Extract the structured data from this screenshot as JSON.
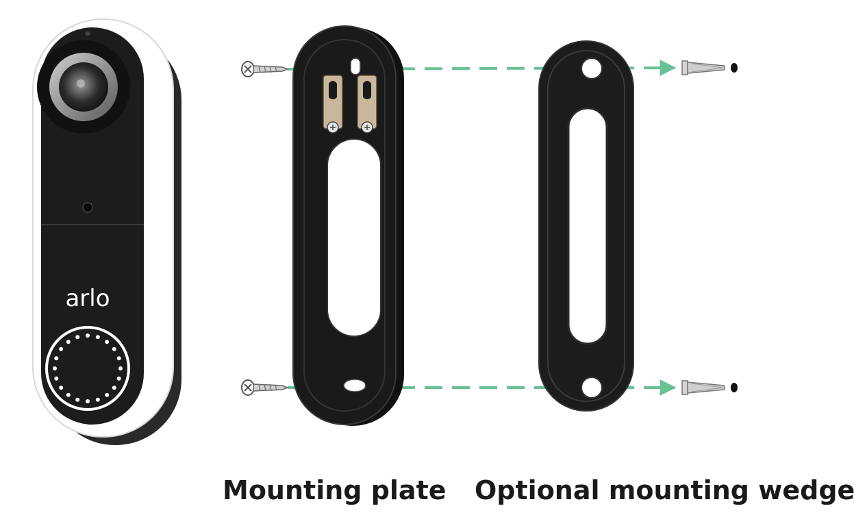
{
  "labels": {
    "mounting_plate": "Mounting plate",
    "mounting_wedge": "Optional mounting wedge",
    "brand": "arlo"
  },
  "colors": {
    "device_body": "#1c1c1c",
    "device_shell": "#ffffff",
    "arrow": "#6cc095",
    "screw": "#c4c4c4",
    "bracket": "#c9b79c"
  },
  "icons": {
    "doorbell": "doorbell-icon",
    "screw": "screw-icon",
    "anchor": "wall-anchor-icon",
    "arrow": "dashed-arrow-icon"
  }
}
